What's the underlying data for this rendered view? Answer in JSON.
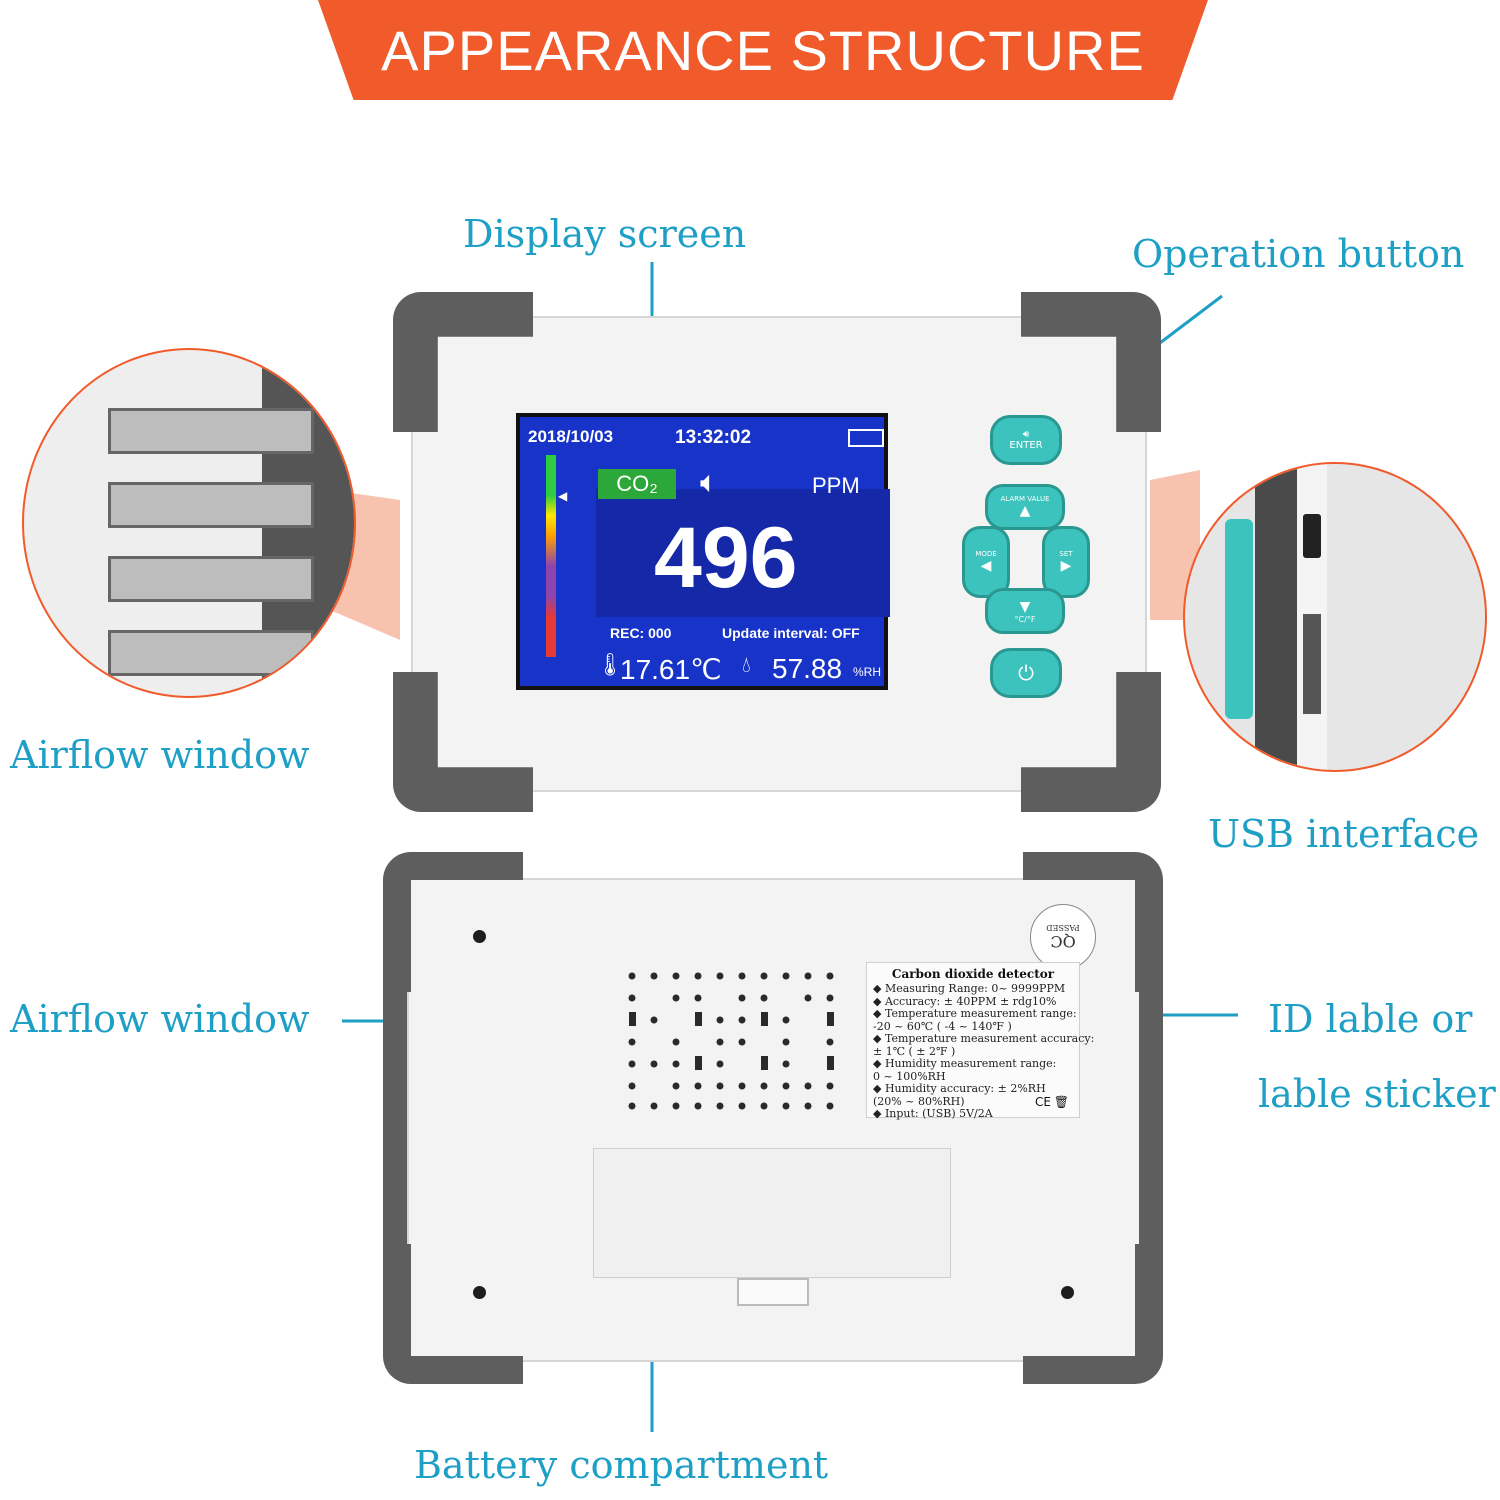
{
  "banner": {
    "title": "APPEARANCE STRUCTURE"
  },
  "callouts": {
    "display_screen": "Display screen",
    "operation_button": "Operation button",
    "airflow_window_front": "Airflow window",
    "usb_interface": "USB interface",
    "airflow_window_back": "Airflow window",
    "id_label_line1": "ID lable or",
    "id_label_line2": "lable sticker",
    "battery_compartment": "Battery compartment"
  },
  "screen": {
    "date": "2018/10/03",
    "time": "13:32:02",
    "gas": "CO₂",
    "unit": "PPM",
    "reading": "496",
    "rec": "REC: 000",
    "interval": "Update interval: OFF",
    "temperature": "17.61℃",
    "humidity": "57.88",
    "humidity_unit": "%RH"
  },
  "buttons": {
    "enter": "ENTER",
    "alarm_value": "ALARM VALUE",
    "mode": "MODE",
    "set": "SET",
    "temp_unit": "°C/°F",
    "power": "⏻"
  },
  "id_label": {
    "title": "Carbon dioxide detector",
    "lines": [
      "◆ Measuring Range:  0~ 9999PPM",
      "◆ Accuracy: ± 40PPM ± rdg10%",
      "◆ Temperature measurement range:",
      "-20 ~ 60℃ ( -4 ~ 140℉ )",
      "◆ Temperature measurement accuracy:",
      "± 1℃ ( ± 2℉ )",
      "◆ Humidity measurement range:",
      "0 ~ 100%RH",
      "◆ Humidity  accuracy:  ± 2%RH",
      "(20% ~ 80%RH)",
      "◆ Input:  (USB) 5V/2A"
    ],
    "marks": "CE",
    "qc": "QC",
    "passed": "PASSED"
  },
  "colors": {
    "banner": "#f15a2b",
    "callout": "#1e9fc6",
    "button": "#3cc3bd",
    "screen": "#1834c8"
  }
}
